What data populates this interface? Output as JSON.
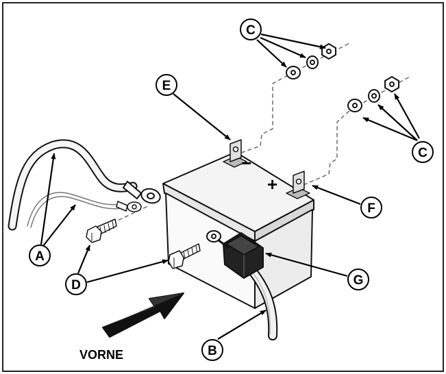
{
  "callouts": {
    "a": "A",
    "b": "B",
    "c_top": "C",
    "c_right": "C",
    "d": "D",
    "e": "E",
    "f": "F",
    "g": "G"
  },
  "terminals": {
    "negative": "−",
    "positive": "+"
  },
  "direction_label": "VORNE"
}
